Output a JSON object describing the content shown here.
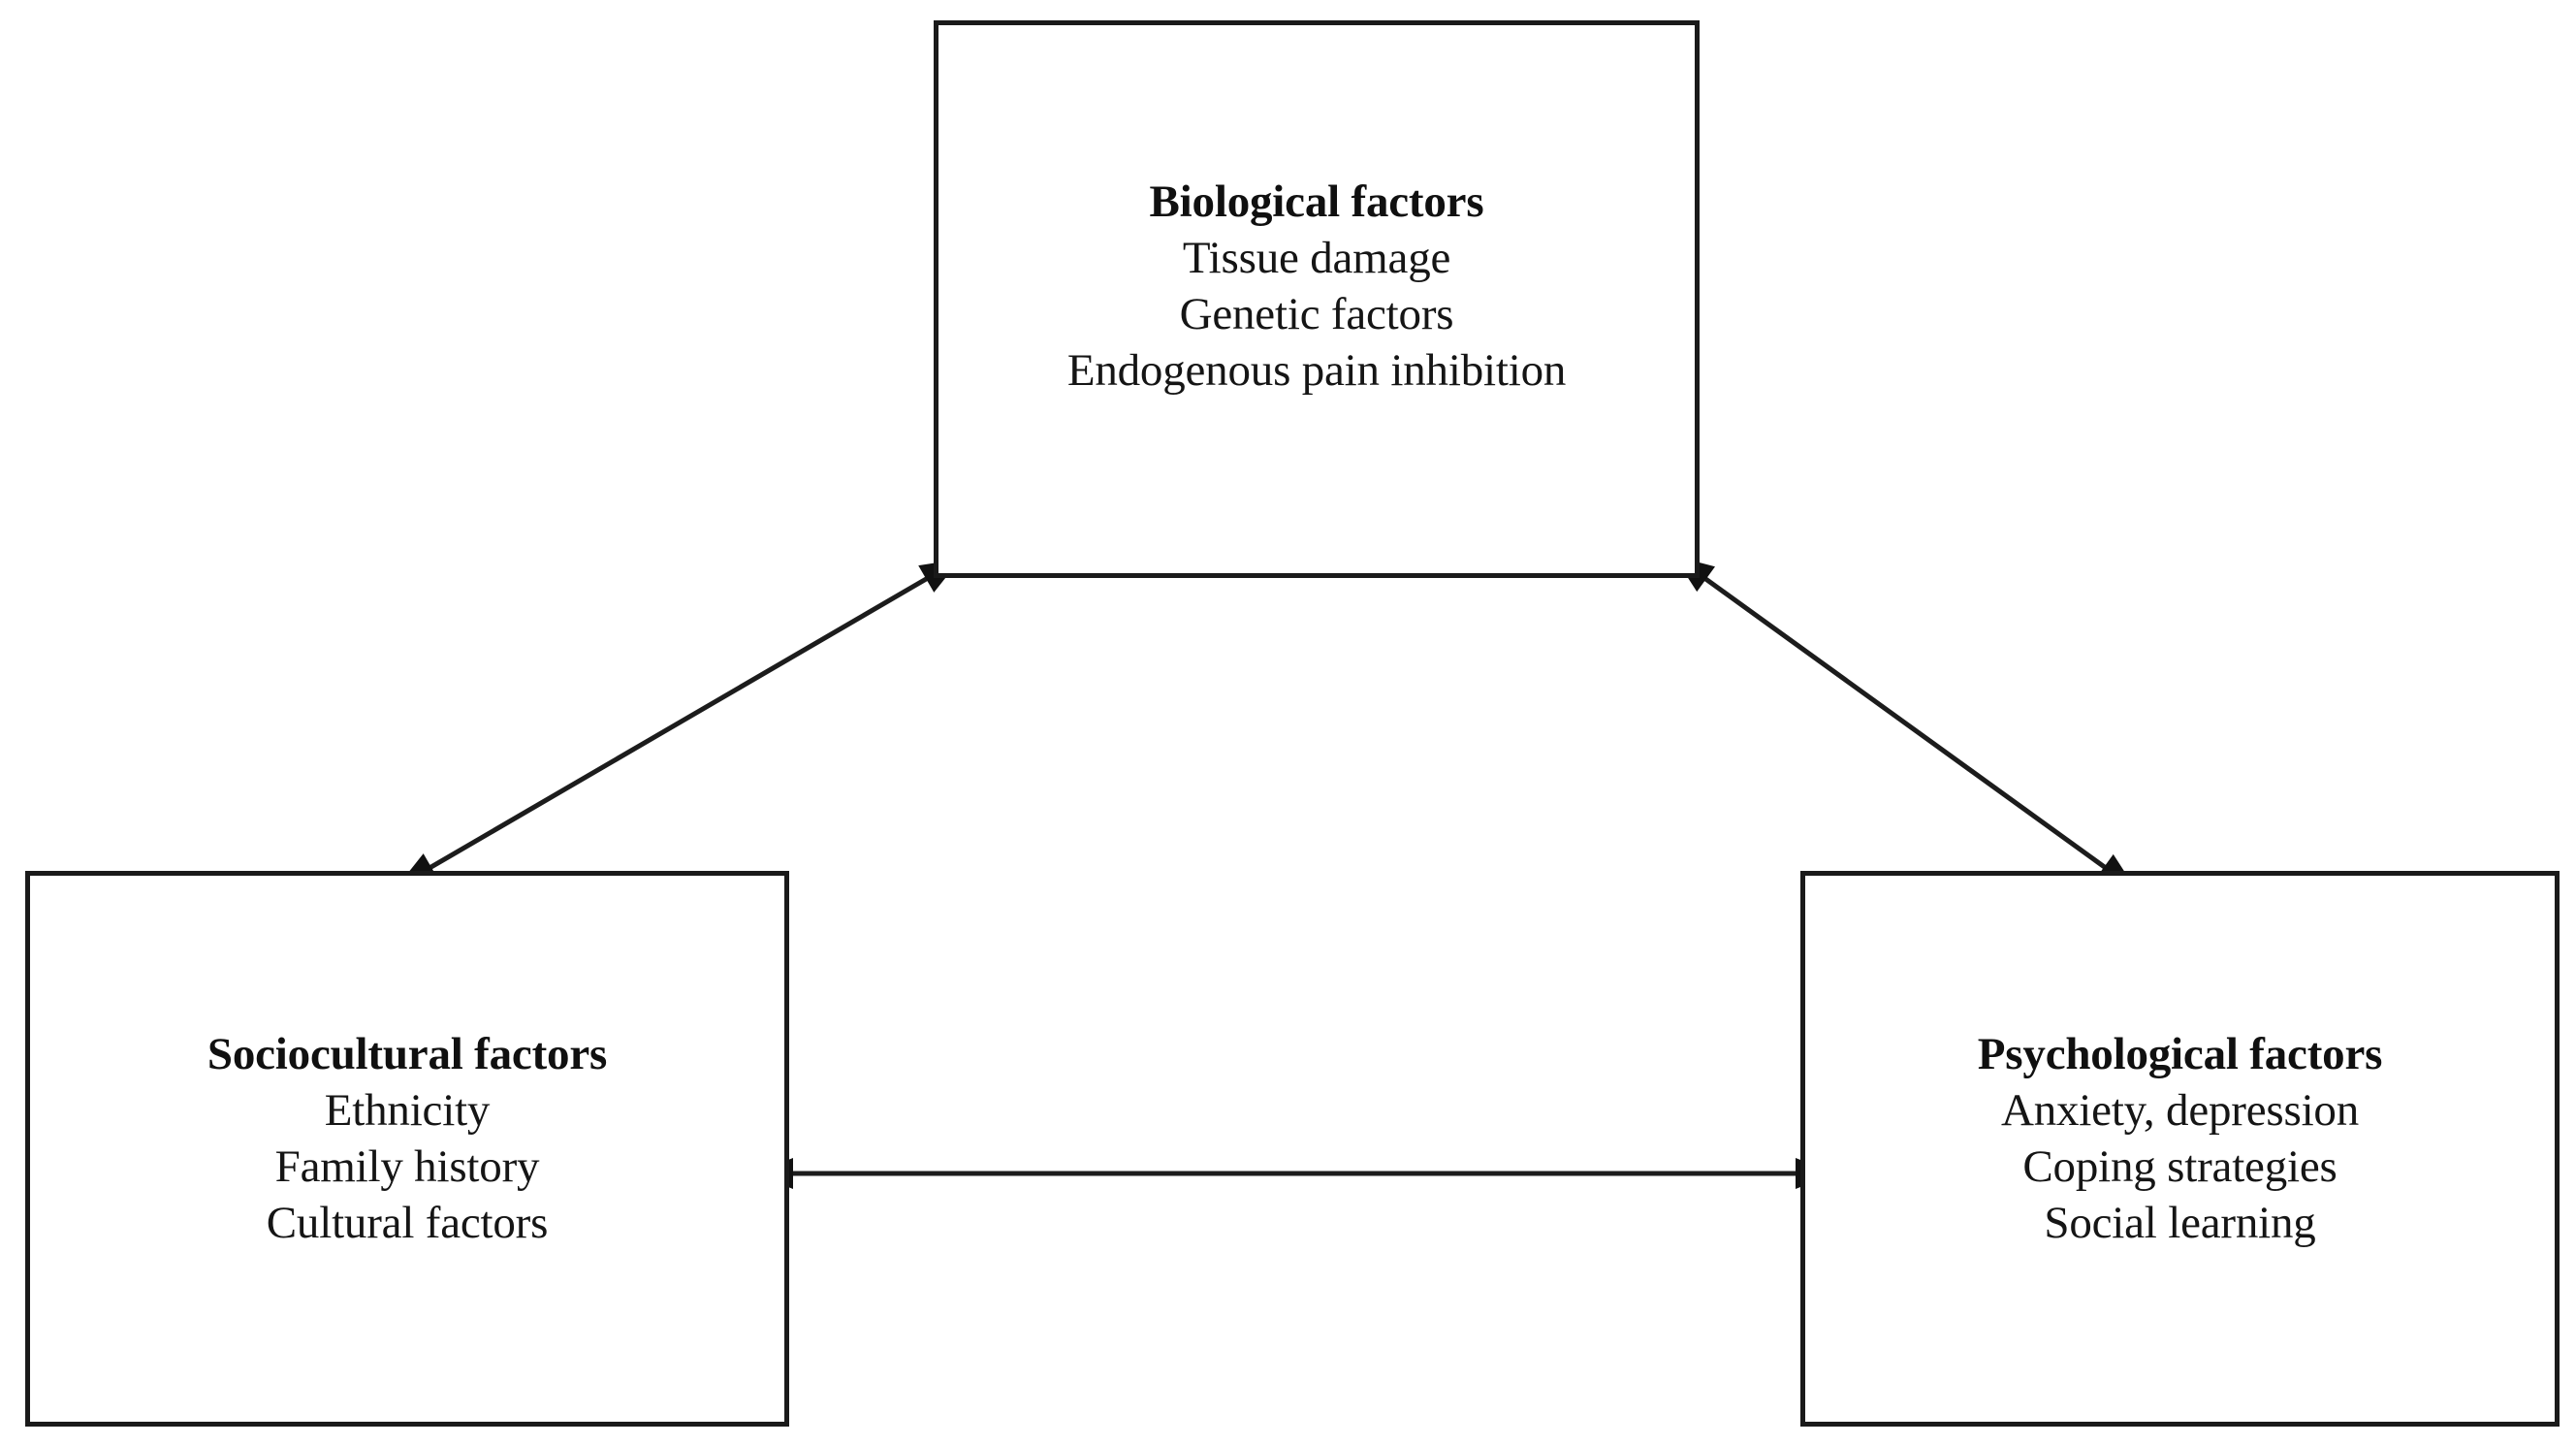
{
  "figure": {
    "type": "biopsychosocial-model-diagram",
    "background_color": "#ffffff",
    "line_color": "#1a1a1a",
    "text_color": "#101010"
  },
  "nodes": {
    "biological": {
      "title": "Biological factors",
      "items": [
        "Tissue damage",
        "Genetic factors",
        "Endogenous pain inhibition"
      ]
    },
    "sociocultural": {
      "title": "Sociocultural factors",
      "items": [
        "Ethnicity",
        "Family history",
        "Cultural factors"
      ]
    },
    "psychological": {
      "title": "Psychological factors",
      "items": [
        "Anxiety, depression",
        "Coping strategies",
        "Social learning"
      ]
    }
  },
  "connectors": [
    {
      "id": "biological-sociocultural",
      "from": "biological",
      "to": "sociocultural",
      "style": "double-headed-diagonal",
      "label": ""
    },
    {
      "id": "biological-psychological",
      "from": "biological",
      "to": "psychological",
      "style": "double-headed-diagonal",
      "label": ""
    },
    {
      "id": "sociocultural-psychological",
      "from": "sociocultural",
      "to": "psychological",
      "style": "double-headed-horizontal",
      "label": ""
    }
  ]
}
